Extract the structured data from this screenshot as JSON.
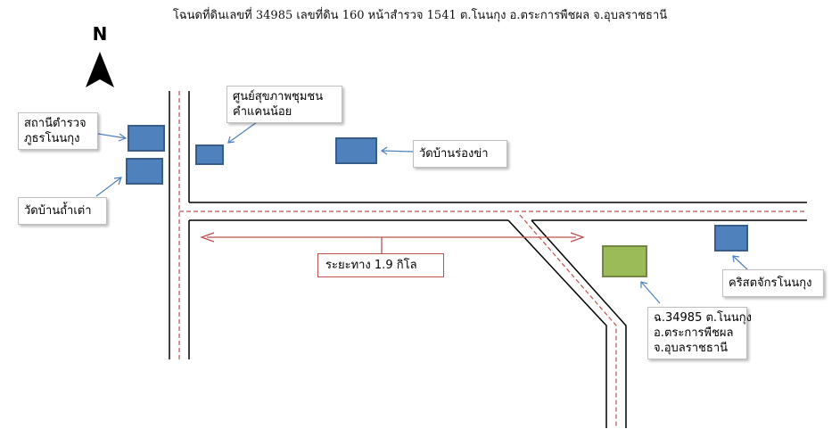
{
  "title": "โฉนดที่ดินเลขที่ 34985 เลขที่ดิน 160 หน้าสำรวจ 1541 ต.โนนกุง อ.ตระการพืชผล จ.อุบลราชธานี",
  "north": {
    "label": "N",
    "icon": "north-arrow-icon"
  },
  "labels": {
    "police": [
      "สถานีตำรวจ",
      "ภูธรโนนกุง"
    ],
    "temple_tham_tao": [
      "วัดบ้านถ้ำเต่า"
    ],
    "health_center": [
      "ศูนย์สุขภาพชุมชน",
      "คำแคนน้อย"
    ],
    "temple_rong_kha": [
      "วัดบ้านร่องข่า"
    ],
    "church": [
      "คริสตจักรโนนกุง"
    ],
    "land_plot": [
      "ฉ.34985 ต.โนนกุง",
      "อ.ตระการพืชผล",
      "จ.อุบลราชธานี"
    ],
    "distance": "ระยะทาง 1.9 กิโล"
  },
  "colors": {
    "building_fill": "#4f81bd",
    "building_stroke": "#385d8a",
    "plot_fill": "#9bbb59",
    "plot_stroke": "#71893f",
    "road_edge": "#000000",
    "road_center": "#c0504d",
    "pointer": "#4f81bd",
    "distance_line": "#c0504d"
  }
}
